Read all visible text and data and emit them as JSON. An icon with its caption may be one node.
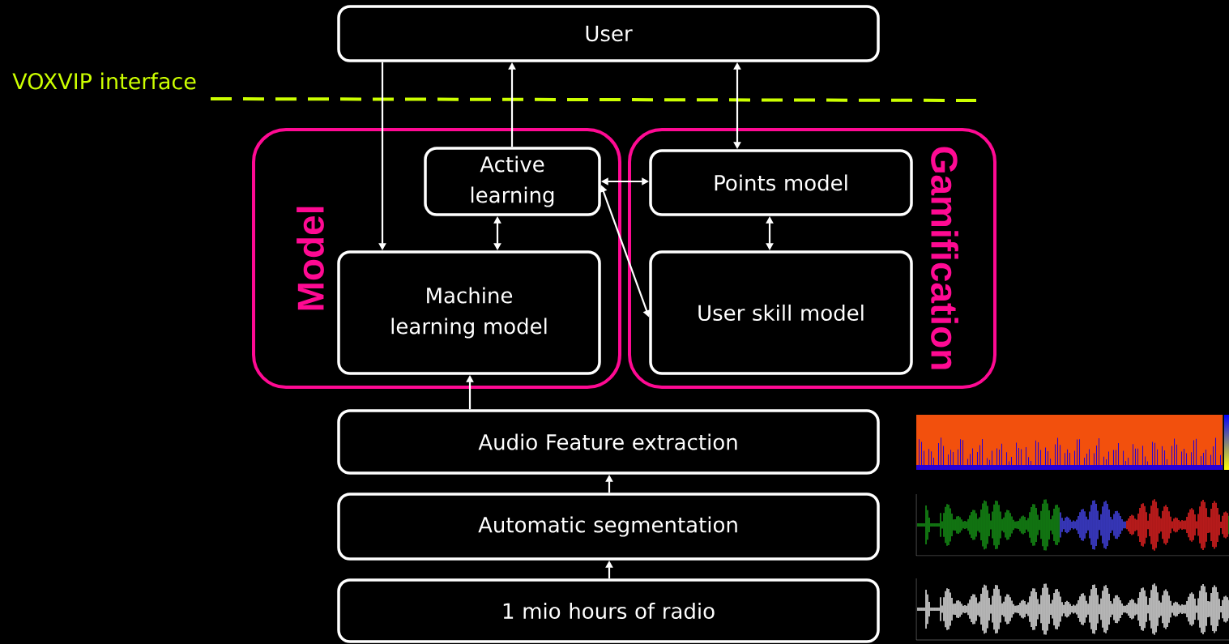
{
  "diagram": {
    "nodes": [
      {
        "text": [
          "User"
        ]
      },
      {
        "text": [
          "Model"
        ]
      },
      {
        "text": [
          "Active learning"
        ],
        "in": 1
      },
      {
        "text": [
          "Machine learning model"
        ],
        "in": 1
      },
      {
        "text": [
          "Gamification"
        ]
      },
      {
        "text": [
          "Points model"
        ],
        "in": 4
      },
      {
        "text": [
          "User skill model"
        ],
        "in": 4
      },
      {
        "text": [
          "Audio Feature extraction"
        ]
      },
      {
        "text": [
          "Automatic segmentation"
        ]
      },
      {
        "text": [
          "1 mio hours of radio"
        ]
      }
    ],
    "edges": [
      {
        "from": 0,
        "to": 3,
        "arrow": "to"
      },
      {
        "from": 2,
        "to": 0,
        "arrow": "to"
      },
      {
        "from": 0,
        "to": 5,
        "arrow": "both"
      },
      {
        "from": 2,
        "to": 5,
        "arrow": "both"
      },
      {
        "from": 2,
        "to": 6,
        "arrow": "both"
      },
      {
        "from": 2,
        "to": 3,
        "arrow": "both"
      },
      {
        "from": 5,
        "to": 6,
        "arrow": "both"
      },
      {
        "from": 7,
        "to": 3,
        "arrow": "to"
      },
      {
        "from": 8,
        "to": 7,
        "arrow": "to"
      },
      {
        "from": 9,
        "to": 8,
        "arrow": "to"
      }
    ],
    "labels": [
      "VOXVIP interface"
    ]
  }
}
